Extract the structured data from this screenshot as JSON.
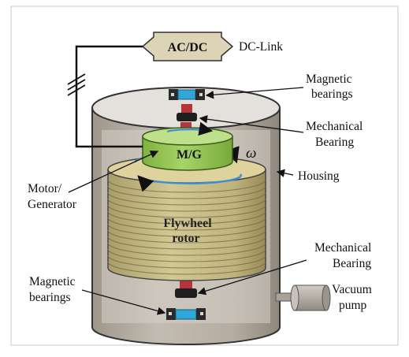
{
  "labels": {
    "converter": "AC/DC",
    "dc_link": "DC-Link",
    "magnetic_bearings_top_line1": "Magnetic",
    "magnetic_bearings_top_line2": "bearings",
    "mechanical_bearing_top_line1": "Mechanical",
    "mechanical_bearing_top_line2": "Bearing",
    "motor_generator_block": "M/G",
    "omega": "ω",
    "housing": "Housing",
    "motor_generator_line1": "Motor/",
    "motor_generator_line2": "Generator",
    "rotor_line1": "Flywheel",
    "rotor_line2": "rotor",
    "mechanical_bearing_bottom_line1": "Mechanical",
    "mechanical_bearing_bottom_line2": "Bearing",
    "magnetic_bearings_bottom_line1": "Magnetic",
    "magnetic_bearings_bottom_line2": "bearings",
    "vacuum_pump_line1": "Vacuum",
    "vacuum_pump_line2": "pump"
  },
  "colors": {
    "housing_fill": "#b9b2a8",
    "housing_inner": "#d8d4ce",
    "rotor_fill": "#c9bf8c",
    "rotor_stripe": "#7a6a45",
    "mg_fill": "#9acb57",
    "mg_top": "#bfe08a",
    "converter_fill": "#ddd3b6",
    "bearing_blue": "#2fa7d8",
    "bearing_red": "#c8323a",
    "arrow_blue": "#3d8fd1"
  }
}
